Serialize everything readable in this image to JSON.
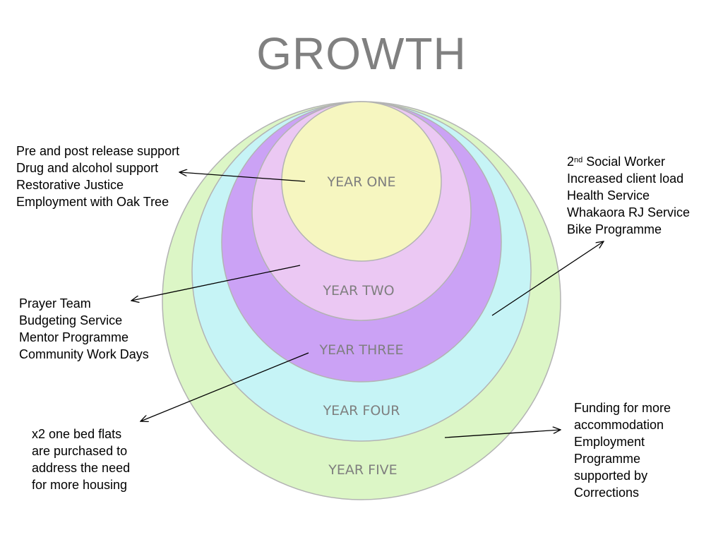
{
  "title": "GROWTH",
  "rings": [
    {
      "label": "YEAR ONE",
      "color": "#f6f6c0"
    },
    {
      "label": "YEAR TWO",
      "color": "#ebc8f3"
    },
    {
      "label": "YEAR THREE",
      "color": "#cba2f5"
    },
    {
      "label": "YEAR FOUR",
      "color": "#c6f4f6"
    },
    {
      "label": "YEAR FIVE",
      "color": "#dcf6c6"
    }
  ],
  "outline_color": "#b3b3b3",
  "notes": {
    "year_one": [
      "Pre and post release support",
      "Drug and alcohol support",
      "Restorative Justice",
      "Employment with Oak Tree"
    ],
    "year_two": [
      "Prayer Team",
      "Budgeting Service",
      "Mentor Programme",
      "Community Work Days"
    ],
    "year_three": [
      "x2 one bed flats",
      "are purchased to",
      "address the need",
      "for more housing"
    ],
    "year_four": {
      "first_line_number": "2",
      "first_line_superscript": "nd",
      "first_line_rest": " Social Worker",
      "lines": [
        "Increased client load",
        "Health Service",
        "Whakaora RJ Service",
        "Bike Programme"
      ]
    },
    "year_five": [
      "Funding for more",
      "accommodation",
      "Employment",
      "Programme",
      "supported by",
      "Corrections"
    ]
  }
}
